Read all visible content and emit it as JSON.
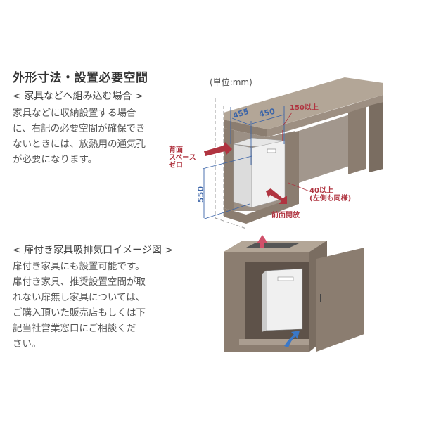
{
  "section1": {
    "title": "外形寸法・設置必要空間",
    "subtitle": "< 家具などへ組み込む場合 >",
    "body": [
      "家具などに収納設置する場合",
      "に、右記の必要空間が確保でき",
      "ないときには、放熱用の通気孔",
      "が必要になります。"
    ]
  },
  "diagram1": {
    "unit": "(単位:mm)",
    "dim_depth": "455",
    "dim_width": "450",
    "dim_height": "550",
    "top_clearance": "150以上",
    "back_space": [
      "背面",
      "スペース",
      "ゼロ"
    ],
    "side_clearance": [
      "40以上",
      "(左側も同様)"
    ],
    "front_open": "前面開放"
  },
  "section2": {
    "subtitle": "< 扉付き家具吸排気口イメージ図 >",
    "body": [
      "扉付き家具にも設置可能です。",
      "扉付き家具、推奨設置空間が取",
      "れない扉無し家具については、",
      "ご購入頂いた販売店もしくは下",
      "記当社営業窓口にご相談くだ",
      "さい。"
    ]
  },
  "colors": {
    "furniture": "#8b7d70",
    "furniture_light": "#b3a697",
    "accent_red": "#b03440",
    "dim_blue": "#3b64a8",
    "airflow_blue": "#3a78c8"
  }
}
